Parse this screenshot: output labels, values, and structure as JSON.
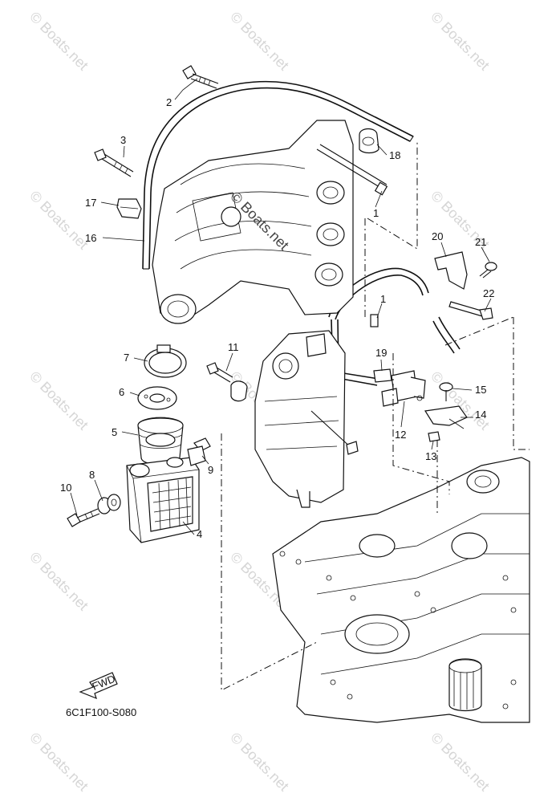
{
  "diagram": {
    "part_code": "6C1F100-S080",
    "fwd_label": "FWD",
    "watermark_text": "© Boats.net",
    "callouts": {
      "c1a": "1",
      "c1b": "1",
      "c2": "2",
      "c3": "3",
      "c4": "4",
      "c5": "5",
      "c6": "6",
      "c7": "7",
      "c8": "8",
      "c9": "9",
      "c10": "10",
      "c11": "11",
      "c12": "12",
      "c13": "13",
      "c14": "14",
      "c15": "15",
      "c16": "16",
      "c17": "17",
      "c18": "18",
      "c19": "19",
      "c20": "20",
      "c21": "21",
      "c22": "22"
    }
  }
}
